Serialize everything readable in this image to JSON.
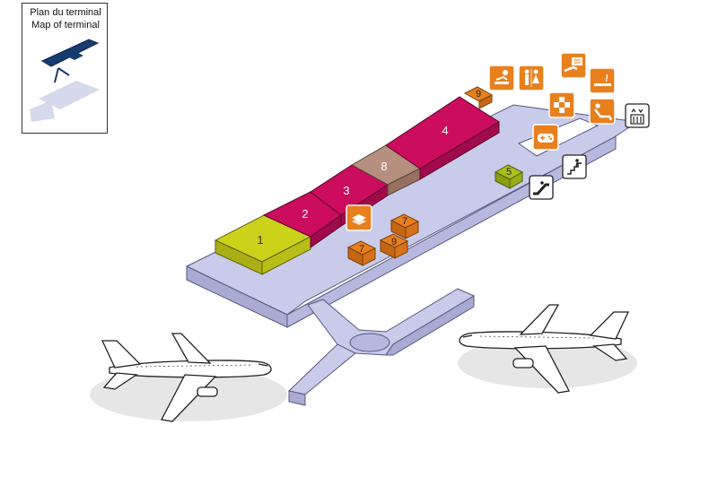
{
  "legend": {
    "title_fr": "Plan du terminal",
    "title_en": "Map of terminal"
  },
  "zones": {
    "z1": "1",
    "z2": "2",
    "z3": "3",
    "z4": "4",
    "z5": "5",
    "z8": "8",
    "z9_top": "9",
    "z7_a": "7",
    "z7_b": "7",
    "z9_b": "9"
  },
  "icons": [
    "duty-free-shop-icon",
    "baby-care-icon",
    "restrooms-icon",
    "information-desk-icon",
    "smoking-area-icon",
    "chess-game-area-icon",
    "rest-lounge-icon",
    "video-game-icon",
    "elevator-icon",
    "stairs-icon",
    "escalator-icon"
  ],
  "colors": {
    "terminal_floor": "#c9cbea",
    "zone_1": "#ccd21a",
    "zone_magenta": "#cc0d5e",
    "zone_8": "#b78f7e",
    "zone_orange": "#e8801e",
    "zone_5": "#a9c11a"
  }
}
